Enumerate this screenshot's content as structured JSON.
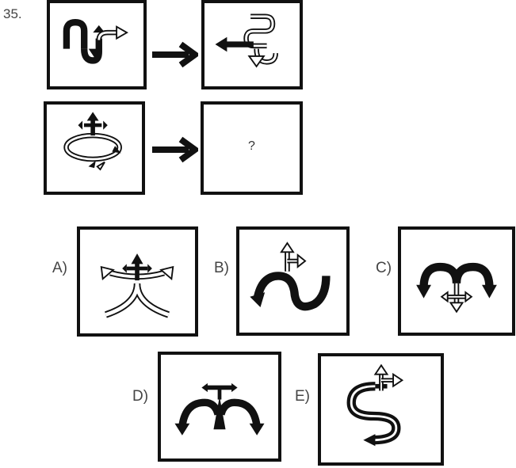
{
  "question": {
    "number": "35.",
    "unknown": "?"
  },
  "options": [
    {
      "label": "A)"
    },
    {
      "label": "B)"
    },
    {
      "label": "C)"
    },
    {
      "label": "D)"
    },
    {
      "label": "E)"
    }
  ],
  "colors": {
    "ink": "#111111",
    "paper": "#ffffff"
  }
}
